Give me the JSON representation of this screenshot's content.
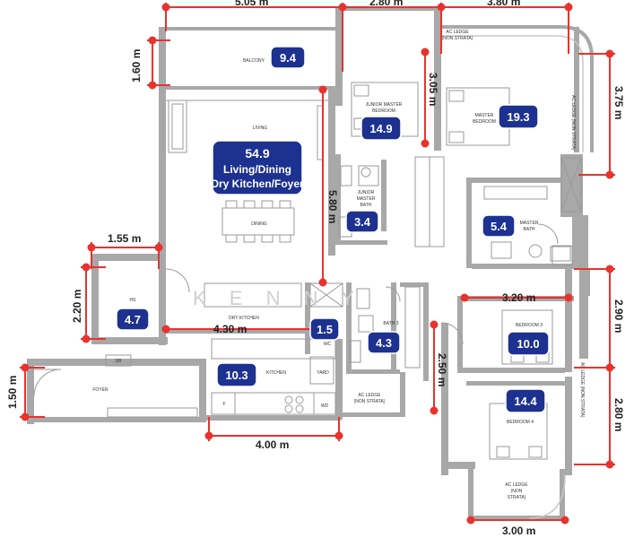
{
  "colors": {
    "wall": "#a8a8a8",
    "dimension": "#e8332d",
    "badge_fill": "#1d3190",
    "badge_stroke": "#ffffff"
  },
  "watermark": "K E N N Y",
  "rooms": {
    "balcony": "BALCONY",
    "living": "LIVING",
    "dining": "DINING",
    "junior_master_bedroom_1": "JUNIOR MASTER",
    "junior_master_bedroom_2": "BEDROOM",
    "master_bedroom_1": "MASTER",
    "master_bedroom_2": "BEDROOM",
    "junior_master_bath_1": "JUNIOR",
    "junior_master_bath_2": "MASTER",
    "junior_master_bath_3": "BATH",
    "master_bath_1": "MASTER",
    "master_bath_2": "BATH",
    "hs": "HS",
    "dry_kitchen": "DRY KITCHEN",
    "wc": "WC",
    "bath3": "BATH 3",
    "kitchen": "KITCHEN",
    "yard": "YARD",
    "foyer": "FOYER",
    "db": "DB",
    "fridge": "F",
    "wd": "WD",
    "bedroom3": "BEDROOM 3",
    "bedroom4": "BEDROOM 4",
    "ac_ledge_top_1": "AC LEDGE",
    "ac_ledge_top_2": "(NON STRATA)",
    "ac_ledge_mid_1": "AC LEDGE",
    "ac_ledge_mid_2": "(NON STRATA)",
    "ac_ledge_bottom_1": "AC LEDGE",
    "ac_ledge_bottom_2": "(NON",
    "ac_ledge_bottom_3": "STRATA)",
    "ac_ledge_right_upper": "AC LEDGE (NON STRATA)",
    "ac_ledge_right_lower": "AC LEDGE (NON STRATA)"
  },
  "areas": {
    "balcony": "9.4",
    "living_value": "54.9",
    "living_line1": "Living/Dining",
    "living_line2": "Dry Kitchen/Foyer",
    "junior_master_bedroom": "14.9",
    "master_bedroom": "19.3",
    "junior_master_bath": "3.4",
    "master_bath": "5.4",
    "hs": "4.7",
    "wc": "1.5",
    "bath3": "4.3",
    "kitchen": "10.3",
    "bedroom3": "10.0",
    "bedroom4": "14.4"
  },
  "dimensions": {
    "top_left": "5.05 m",
    "top_middle": "2.80 m",
    "top_right": "3.80 m",
    "balcony_depth": "1.60 m",
    "junior_bedroom_depth": "3.05 m",
    "master_bedroom_depth": "3.75 m",
    "living_depth": "5.80 m",
    "hs_width": "1.55 m",
    "hs_depth": "2.20 m",
    "dry_kitchen_width": "4.30 m",
    "bedroom3_width": "3.20 m",
    "bedroom3_depth": "2.90 m",
    "bath3_depth": "2.50 m",
    "foyer_depth": "1.50 m",
    "kitchen_width": "4.00 m",
    "bedroom4_depth": "2.80 m",
    "bedroom4_width": "3.00 m"
  }
}
